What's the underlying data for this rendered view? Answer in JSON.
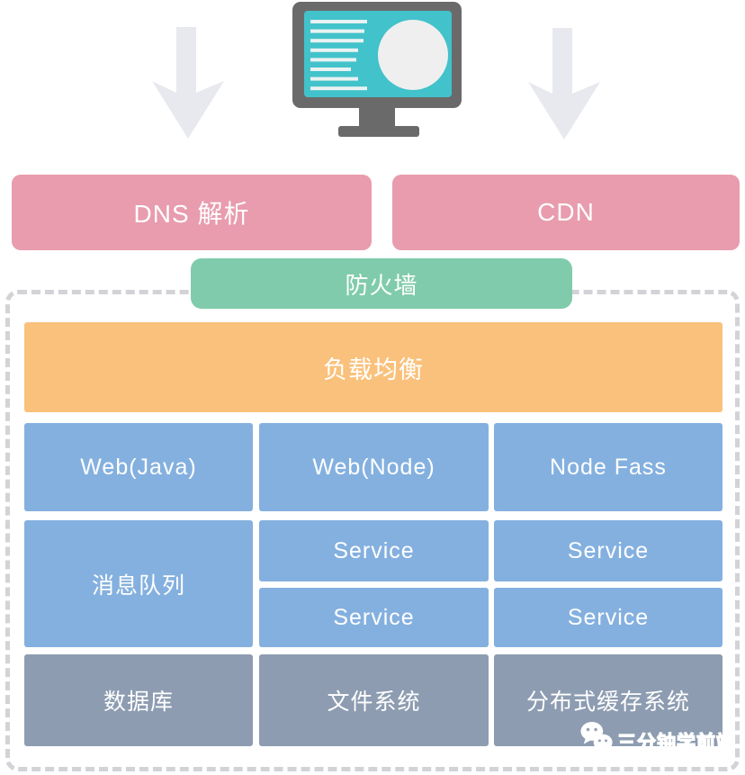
{
  "diagram": {
    "entry_row": {
      "dns": {
        "label": "DNS 解析"
      },
      "cdn": {
        "label": "CDN"
      }
    },
    "firewall": {
      "label": "防火墙"
    },
    "load_balancer": {
      "label": "负载均衡"
    },
    "web_row": {
      "java": "Web(Java)",
      "node": "Web(Node)",
      "fass": "Node Fass"
    },
    "service_row": {
      "queue": "消息队列",
      "services": [
        "Service",
        "Service",
        "Service",
        "Service"
      ]
    },
    "storage_row": {
      "db": "数据库",
      "fs": "文件系统",
      "cache": "分布式缓存系统"
    }
  },
  "icons": {
    "monitor": "monitor-icon",
    "down_arrow_left": "down-arrow-icon",
    "down_arrow_right": "down-arrow-icon",
    "wechat": "wechat-icon"
  },
  "watermark": {
    "label": "三分钟学前端"
  },
  "colors": {
    "pink": "#e89cae",
    "green": "#80cbab",
    "orange": "#fac17c",
    "blue": "#84b0df",
    "slate": "#8d9cb1",
    "monitor_frame": "#6a6a6a",
    "monitor_screen": "#42c2ca",
    "arrow_gray": "#e7e9ee",
    "dash_gray": "#d3d3d7",
    "text": "#ffffff"
  }
}
